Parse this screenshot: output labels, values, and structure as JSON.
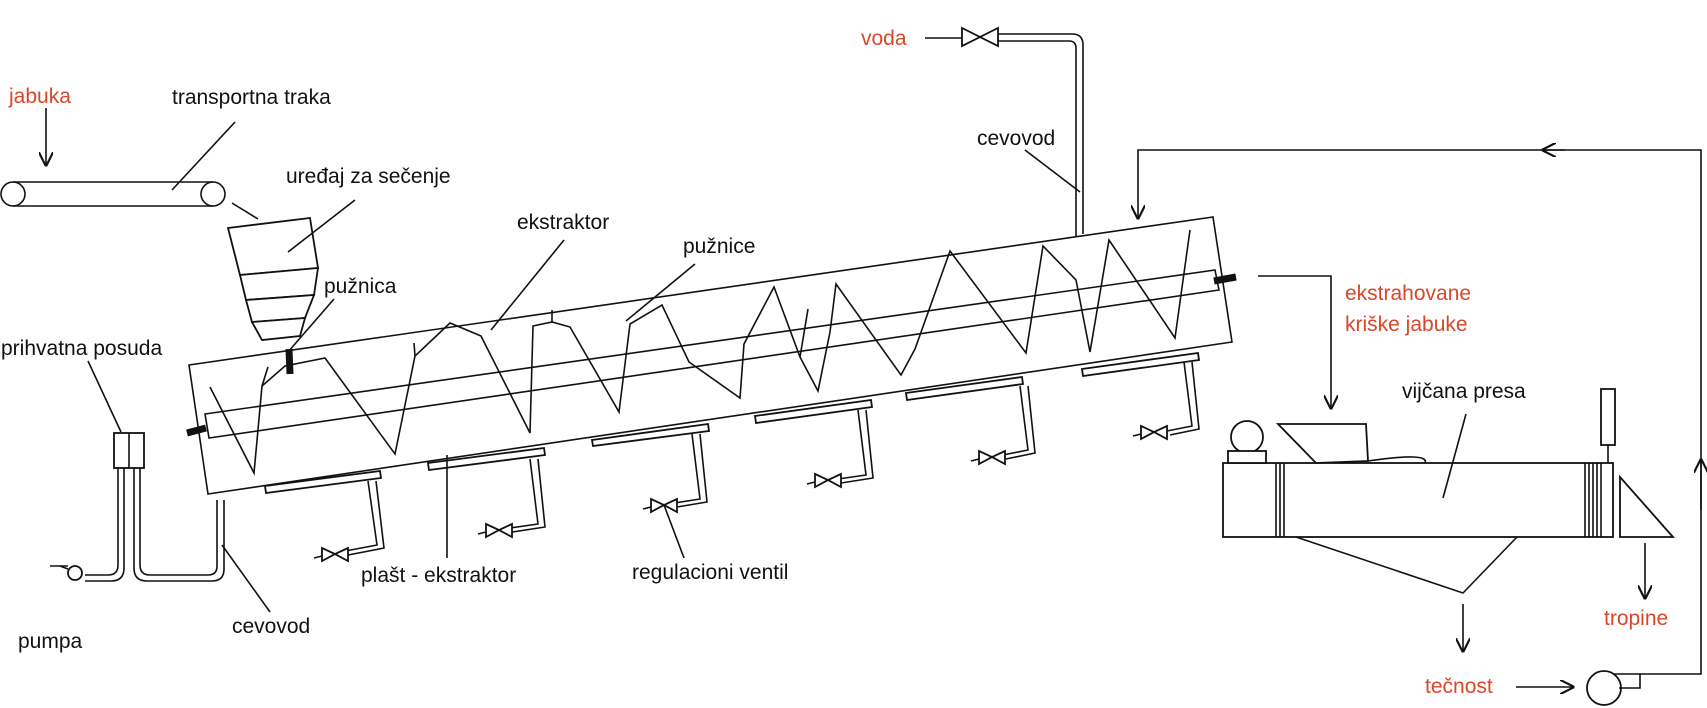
{
  "colors": {
    "input_output": "#d9472b",
    "line": "#111111"
  },
  "labels": {
    "jabuka": "jabuka",
    "transportna_traka": "transportna traka",
    "uredjaj_za_secenje": "uređaj za sečenje",
    "puznica": "pužnica",
    "ekstraktor": "ekstraktor",
    "puznice": "pužnice",
    "cevovod_top": "cevovod",
    "voda": "voda",
    "prihvatna_posuda": "prihvatna posuda",
    "pumpa": "pumpa",
    "cevovod_bottom": "cevovod",
    "plast_ekstraktor": "plašt - ekstraktor",
    "regulacioni_ventil": "regulacioni ventil",
    "ekstrahovane_line1": "ekstrahovane",
    "ekstrahovane_line2": "kriške jabuke",
    "vijcana_presa": "vijčana presa",
    "tropine": "tropine",
    "tecnost": "tečnost"
  }
}
